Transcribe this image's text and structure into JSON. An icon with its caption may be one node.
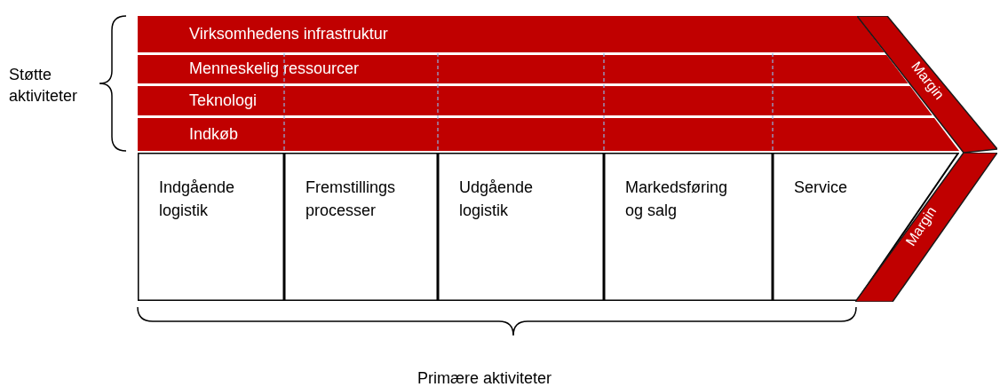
{
  "diagram": {
    "nodes": [
      {
        "text": [
          "Virksomhedens infrastruktur"
        ]
      },
      {
        "text": [
          "Menneskelig ressourcer"
        ]
      },
      {
        "text": [
          "Teknologi"
        ]
      },
      {
        "text": [
          "Indkøb"
        ]
      },
      {
        "text": [
          "Indgående logistik"
        ]
      },
      {
        "text": [
          "Fremstillings processer"
        ]
      },
      {
        "text": [
          "Udgående logistik"
        ]
      },
      {
        "text": [
          "Markedsføring og salg"
        ]
      },
      {
        "text": [
          "Service"
        ]
      },
      {
        "text": [
          "Margin"
        ]
      },
      {
        "text": [
          "Margin"
        ]
      }
    ],
    "labels": [
      "Støtte aktiviteter",
      "Primære aktiviteter"
    ]
  }
}
